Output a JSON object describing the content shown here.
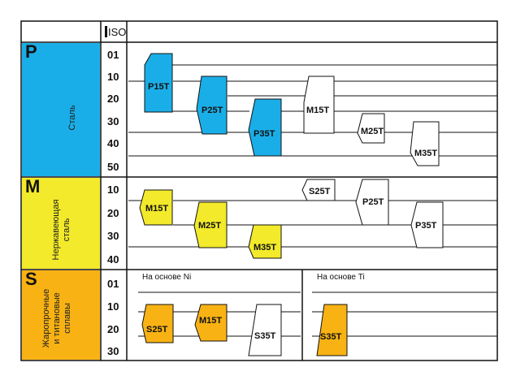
{
  "header": {
    "iso_label": "ISO"
  },
  "colors": {
    "P": "#1aaee8",
    "M": "#f2ea2a",
    "S": "#f8b214",
    "white": "#ffffff",
    "border": "#111111"
  },
  "groups": [
    {
      "id": "P",
      "letter": "P",
      "name_lines": [
        "Сталь"
      ],
      "iso_values": [
        "01",
        "10",
        "20",
        "30",
        "40",
        "50"
      ],
      "grades": [
        {
          "label": "P15T",
          "filled": true
        },
        {
          "label": "P25T",
          "filled": true
        },
        {
          "label": "P35T",
          "filled": true
        },
        {
          "label": "M15T",
          "filled": false
        },
        {
          "label": "M25T",
          "filled": false
        },
        {
          "label": "M35T",
          "filled": false
        }
      ]
    },
    {
      "id": "M",
      "letter": "M",
      "name_lines": [
        "Нержавеющая",
        "сталь"
      ],
      "iso_values": [
        "10",
        "20",
        "30",
        "40"
      ],
      "grades": [
        {
          "label": "M15T",
          "filled": true
        },
        {
          "label": "M25T",
          "filled": true
        },
        {
          "label": "M35T",
          "filled": true
        },
        {
          "label": "S25T",
          "filled": false
        },
        {
          "label": "P25T",
          "filled": false
        },
        {
          "label": "P35T",
          "filled": false
        }
      ]
    },
    {
      "id": "S",
      "letter": "S",
      "name_lines": [
        "Жаропрочные",
        "и титановые",
        "сплавы"
      ],
      "iso_values": [
        "01",
        "10",
        "20",
        "30"
      ],
      "sub_labels": [
        "На основе Ni",
        "На основе Ti"
      ],
      "grades": [
        {
          "label": "S25T",
          "filled": true
        },
        {
          "label": "M15T",
          "filled": true
        },
        {
          "label": "S35T",
          "filled": false
        },
        {
          "label": "S35T",
          "filled": true
        }
      ]
    }
  ]
}
